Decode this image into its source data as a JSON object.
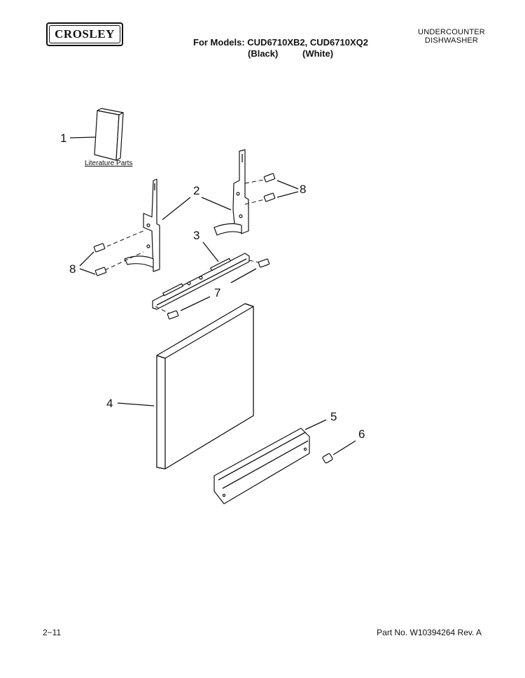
{
  "brand": {
    "logo_text": "CROSLEY"
  },
  "header": {
    "models_line": "For Models: CUD6710XB2, CUD6710XQ2",
    "color_black": "(Black)",
    "color_white": "(White)",
    "appliance_line1": "UNDERCOUNTER",
    "appliance_line2": "DISHWASHER"
  },
  "callouts": {
    "c1": "1",
    "c2": "2",
    "c3": "3",
    "c4": "4",
    "c5": "5",
    "c6": "6",
    "c7": "7",
    "c8_left": "8",
    "c8_right": "8"
  },
  "literature_label": "Literature Parts",
  "footer": {
    "page": "2−11",
    "part_no": "Part No. W10394264 Rev. A"
  }
}
